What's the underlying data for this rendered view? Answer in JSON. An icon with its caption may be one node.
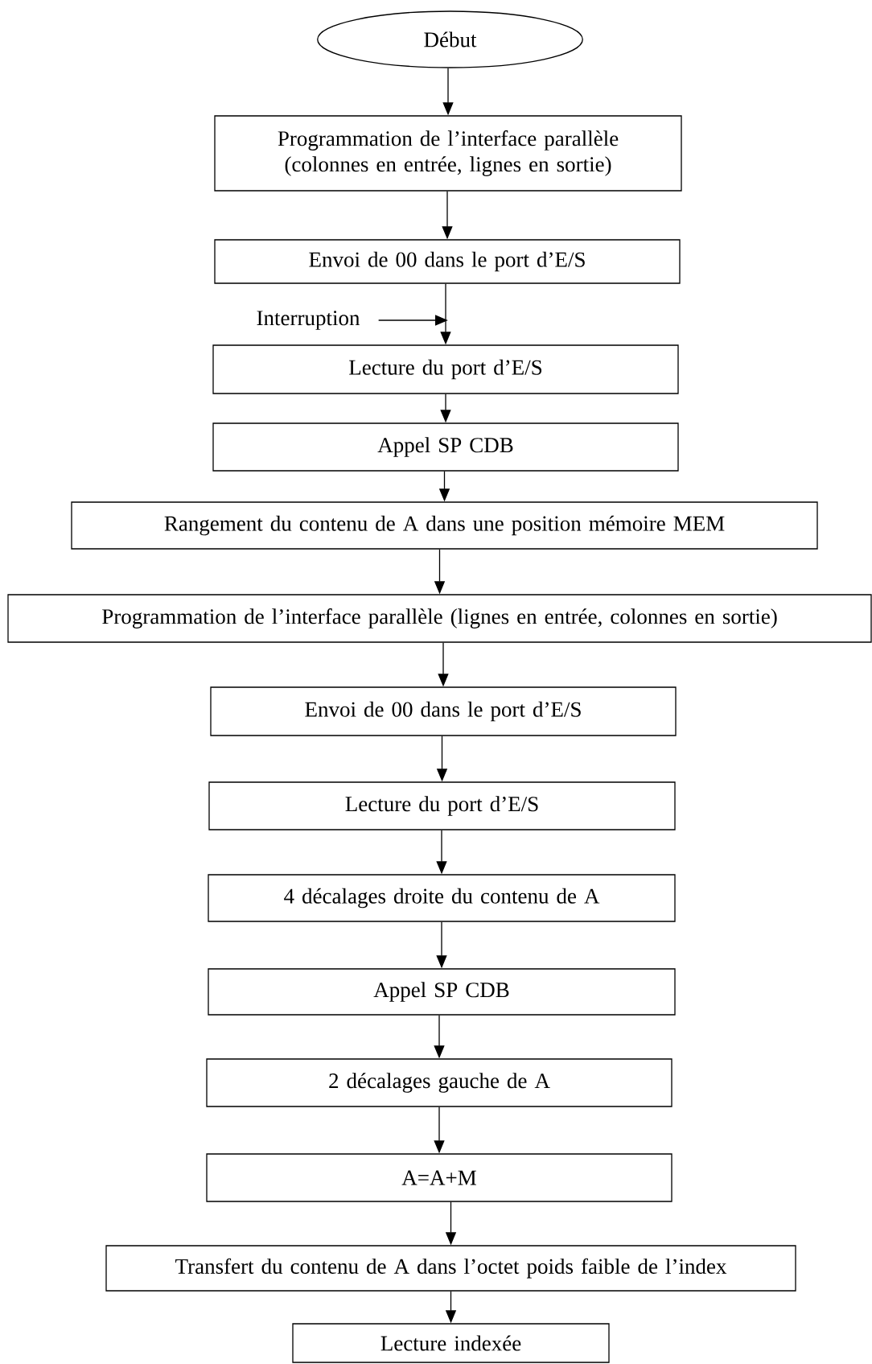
{
  "diagram": {
    "nodes": [
      {
        "text": [
          "Début"
        ]
      },
      {
        "text": [
          "Programmation de l’interface parallèle (colonnes en entrée, lignes en sortie)"
        ]
      },
      {
        "text": [
          "Envoi de 00 dans le port d’E/S"
        ]
      },
      {
        "text": [
          "Interruption"
        ]
      },
      {
        "text": [
          "Lecture du port d’E/S"
        ]
      },
      {
        "text": [
          "Appel SP CDB"
        ]
      },
      {
        "text": [
          "Rangement du contenu de A dans une position mémoire MEM"
        ]
      },
      {
        "text": [
          "Programmation de l’interface parallèle (lignes en entrée, colonnes en sortie)"
        ]
      },
      {
        "text": [
          "Envoi de 00 dans le port d’E/S"
        ]
      },
      {
        "text": [
          "Lecture du port d’E/S"
        ]
      },
      {
        "text": [
          "4 décalages droite du contenu de A"
        ]
      },
      {
        "text": [
          "Appel SP CDB"
        ]
      },
      {
        "text": [
          "2 décalages gauche de A"
        ]
      },
      {
        "text": [
          "A=A+M"
        ]
      },
      {
        "text": [
          "Transfert du contenu de A dans l’octet poids faible de l’index"
        ]
      },
      {
        "text": [
          "Lecture indexée"
        ]
      }
    ],
    "edges": [
      {
        "from": 0,
        "to": 1,
        "arrow": "to"
      },
      {
        "from": 1,
        "to": 2,
        "arrow": "to"
      },
      {
        "from": 2,
        "to": 4,
        "arrow": "to"
      },
      {
        "from": 3,
        "to": null,
        "arrow": "to"
      },
      {
        "from": 4,
        "to": 5,
        "arrow": "to"
      },
      {
        "from": 5,
        "to": 6,
        "arrow": "to"
      },
      {
        "from": 6,
        "to": 7,
        "arrow": "to"
      },
      {
        "from": 7,
        "to": 8,
        "arrow": "to"
      },
      {
        "from": 8,
        "to": 9,
        "arrow": "to"
      },
      {
        "from": 9,
        "to": 10,
        "arrow": "to"
      },
      {
        "from": 10,
        "to": 11,
        "arrow": "to"
      },
      {
        "from": 11,
        "to": 12,
        "arrow": "to"
      },
      {
        "from": 12,
        "to": 13,
        "arrow": "to"
      },
      {
        "from": 13,
        "to": 14,
        "arrow": "to"
      },
      {
        "from": 14,
        "to": 15,
        "arrow": "to"
      }
    ]
  }
}
